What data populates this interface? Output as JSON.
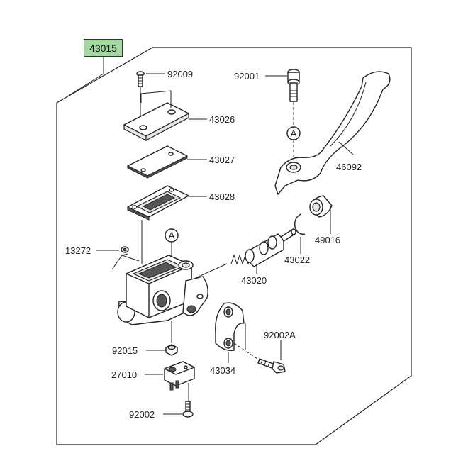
{
  "assembly_number": "43015",
  "reference_markers": [
    "A",
    "A"
  ],
  "parts": [
    {
      "id": "p1",
      "number": "92009",
      "desc": "screw"
    },
    {
      "id": "p2",
      "number": "43026",
      "desc": "reservoir-cap"
    },
    {
      "id": "p3",
      "number": "43027",
      "desc": "diaphragm-plate"
    },
    {
      "id": "p4",
      "number": "43028",
      "desc": "diaphragm"
    },
    {
      "id": "p5",
      "number": "13272",
      "desc": "small-clip"
    },
    {
      "id": "p6",
      "number": "92015",
      "desc": "nut"
    },
    {
      "id": "p7",
      "number": "27010",
      "desc": "switch"
    },
    {
      "id": "p8",
      "number": "92002",
      "desc": "screw"
    },
    {
      "id": "p9",
      "number": "92001",
      "desc": "pivot-bolt"
    },
    {
      "id": "p10",
      "number": "46092",
      "desc": "brake-lever"
    },
    {
      "id": "p11",
      "number": "49016",
      "desc": "boot"
    },
    {
      "id": "p12",
      "number": "43022",
      "desc": "circlip"
    },
    {
      "id": "p13",
      "number": "43020",
      "desc": "piston-kit"
    },
    {
      "id": "p14",
      "number": "92002A",
      "desc": "bolt"
    },
    {
      "id": "p15",
      "number": "43034",
      "desc": "clamp"
    }
  ]
}
